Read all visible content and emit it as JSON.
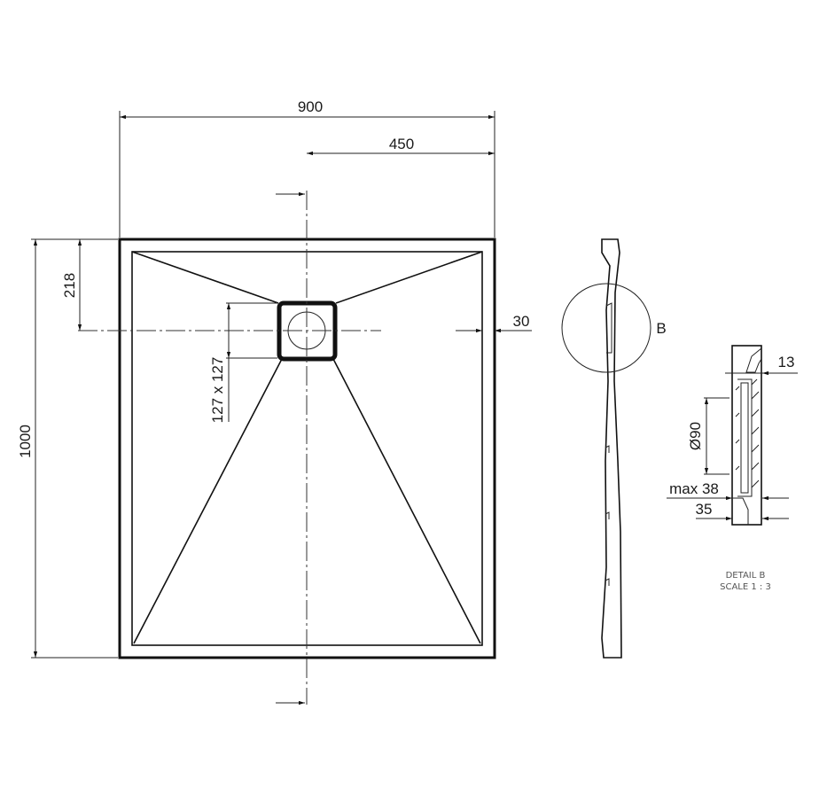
{
  "drawing": {
    "dimensions": {
      "width": "900",
      "half_width": "450",
      "length": "1000",
      "drain_offset": "218",
      "drain_size": "127 x 127",
      "rim": "30"
    },
    "side_view": {
      "detail_marker": "B"
    },
    "detail": {
      "dim_13": "13",
      "dim_diameter": "Ø90",
      "dim_max": "max 38",
      "dim_35": "35",
      "title": "DETAIL B",
      "scale": "SCALE 1 : 3"
    }
  }
}
